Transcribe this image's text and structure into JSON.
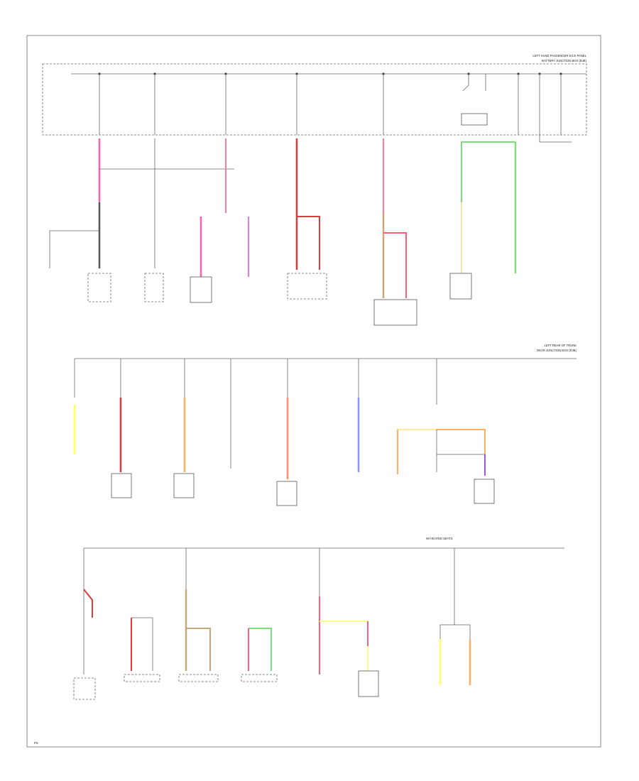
{
  "headers": {
    "top_right": [
      "LEFT HAND PASSENGER KICK PANEL",
      "BATTERY JUNCTION BOX (BJB)"
    ],
    "middle_right": [
      "LEFT REAR OF TRUNK",
      "REAR JUNCTION BOX (RJB)"
    ],
    "seats_note": "W/ HEATED SEATS"
  },
  "colors": {
    "red": "#e03a3a",
    "pink": "#ff5fb0",
    "magenta": "#ee77ee",
    "green": "#7ae07a",
    "yellow": "#ffff66",
    "orange": "#ffb060",
    "tan": "#c8a878",
    "violet": "#9090ff",
    "gray": "#555555",
    "frame": "#888888"
  },
  "footer_mark": "FN"
}
